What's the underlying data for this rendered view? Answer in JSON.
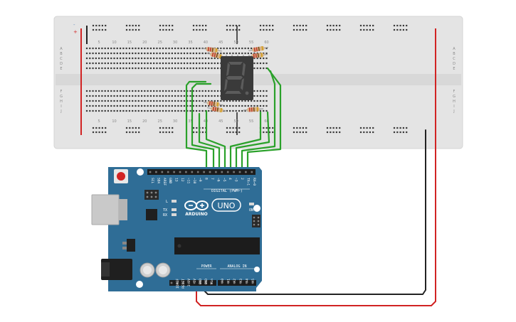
{
  "breadboard": {
    "column_numbers": [
      "5",
      "10",
      "15",
      "20",
      "25",
      "30",
      "35",
      "40",
      "45",
      "50",
      "55",
      "60"
    ],
    "top_row_letters": [
      "A",
      "B",
      "C",
      "D",
      "E"
    ],
    "bottom_row_letters": [
      "F",
      "G",
      "H",
      "I",
      "J"
    ],
    "rail_minus": "-",
    "rail_plus": "+"
  },
  "arduino": {
    "logo_text": "ARDUINO",
    "uno_text": "UNO",
    "on_label": "ON",
    "tx_label": "TX",
    "rx_label": "RX",
    "l_label": "L",
    "digital_label": "DIGITAL (PWM~)",
    "power_label": "POWER",
    "analog_label": "ANALOG IN",
    "top_header_labels": [
      "SCL",
      "SDA",
      "AREF",
      "GND",
      "13",
      "12",
      "~11",
      "~10",
      "~9",
      "8",
      "7",
      "~6",
      "~5",
      "4",
      "~3",
      "2",
      "TX→1",
      "RX←0"
    ],
    "power_pins": [
      "IOREF",
      "RESET",
      "3.3V",
      "5V",
      "GND",
      "GND",
      "Vin"
    ],
    "analog_pins": [
      "A0",
      "A1",
      "A2",
      "A3",
      "A4",
      "A5"
    ]
  },
  "colors": {
    "board_blue": "#2f6d96",
    "breadboard": "#e4e4e4",
    "wire_green": "#2aa12a",
    "wire_red": "#d12323",
    "wire_black": "#222222",
    "display_body": "#3a3a3a",
    "segment_off": "#5c5c5c"
  }
}
